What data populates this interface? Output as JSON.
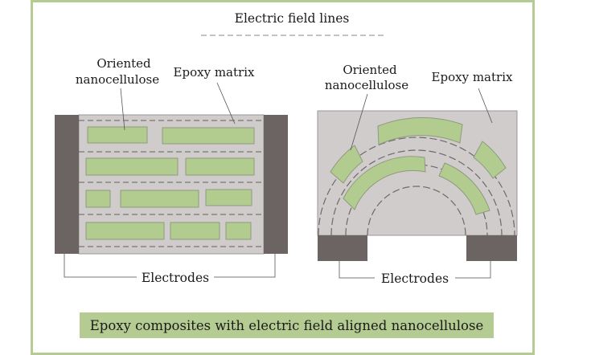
{
  "title": "Electric field lines",
  "left_panel": {
    "label_nanocellulose": [
      "Oriented",
      "nanocellulose"
    ],
    "label_matrix": "Epoxy matrix",
    "label_electrodes": "Electrodes"
  },
  "right_panel": {
    "label_nanocellulose": [
      "Oriented",
      "nanocellulose"
    ],
    "label_matrix": "Epoxy matrix",
    "label_electrodes": "Electrodes"
  },
  "caption": "Epoxy composites with electric field aligned nanocellulose",
  "colors": {
    "frame": "#b4cc92",
    "nanocellulose": "#b2cb8f",
    "matrix": "#d0cccc",
    "electrode": "#6b6462",
    "field_line": "#6e6866"
  }
}
